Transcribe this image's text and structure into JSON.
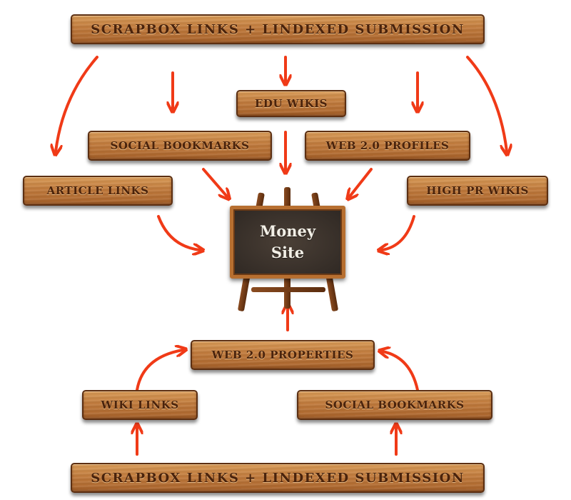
{
  "top_source": "SCRAPBOX LINKS + LINDEXED SUBMISSION",
  "tier1": {
    "edu_wikis": "EDU WIKIS",
    "social_bookmarks": "SOCIAL BOOKMARKS",
    "web20_profiles": "WEB 2.0 PROFILES",
    "article_links": "ARTICLE LINKS",
    "high_pr_wikis": "HIGH PR WIKIS"
  },
  "money_site": {
    "line1": "Money",
    "line2": "Site"
  },
  "tier2": {
    "web20_properties": "WEB 2.0 PROPERTIES",
    "wiki_links": "WIKI LINKS",
    "social_bookmarks": "SOCIAL BOOKMARKS"
  },
  "bottom_source": "SCRAPBOX LINKS + LINDEXED SUBMISSION",
  "colors": {
    "arrow": "#f03a17",
    "plank": "#c07a3c",
    "plank_text": "#4a230c",
    "board": "#2f2823"
  }
}
